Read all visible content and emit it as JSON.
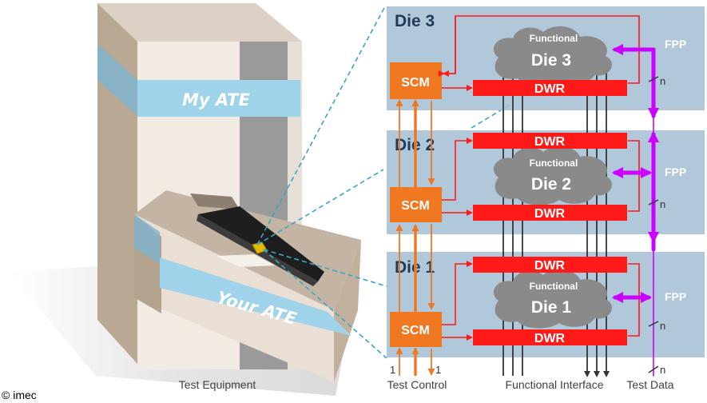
{
  "ate": {
    "my_label": "My ATE",
    "your_label": "Your ATE"
  },
  "dies": [
    {
      "title": "Die 3",
      "functional": "Functional",
      "core": "Die 3",
      "fpp": "FPP",
      "scm": "SCM",
      "dwr_top": "",
      "dwr_bottom": "DWR",
      "bus": "n"
    },
    {
      "title": "Die 2",
      "functional": "Functional",
      "core": "Die 2",
      "fpp": "FPP",
      "scm": "SCM",
      "dwr_top": "DWR",
      "dwr_bottom": "DWR",
      "bus": "n"
    },
    {
      "title": "Die 1",
      "functional": "Functional",
      "core": "Die 1",
      "fpp": "FPP",
      "scm": "SCM",
      "dwr_top": "DWR",
      "dwr_bottom": "DWR",
      "bus": "n"
    }
  ],
  "bottom": {
    "label_one_left": "1",
    "label_one_right": "1",
    "label_n": "n",
    "test_equipment": "Test Equipment",
    "test_control": "Test Control",
    "functional_interface": "Functional Interface",
    "test_data": "Test Data"
  },
  "copyright": "© imec",
  "colors": {
    "die_bg": "#a9c1d6",
    "scm": "#f07820",
    "dwr": "#ff1a1a",
    "fpp_bus": "#cc00ff",
    "ate_label_band": "#9fd3ea",
    "cloud": "#8a8a8a",
    "dashed_link": "#3aa6c4"
  }
}
